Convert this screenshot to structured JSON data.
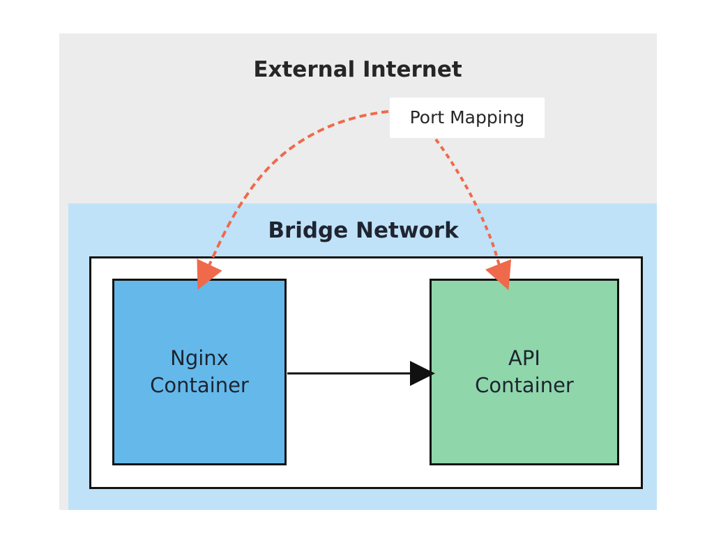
{
  "zones": {
    "external": {
      "title": "External Internet"
    },
    "bridge": {
      "title": "Bridge Network"
    }
  },
  "connections": {
    "port_mapping_label": "Port Mapping"
  },
  "nodes": {
    "nginx": {
      "line1": "Nginx",
      "line2": "Container",
      "color": "#64b9ea"
    },
    "api": {
      "line1": "API",
      "line2": "Container",
      "color": "#8fd6ab"
    }
  },
  "colors": {
    "external_bg": "#ececec",
    "bridge_bg": "#bfe2f8",
    "arrow_accent": "#ef6a4b",
    "arrow_main": "#111111"
  }
}
